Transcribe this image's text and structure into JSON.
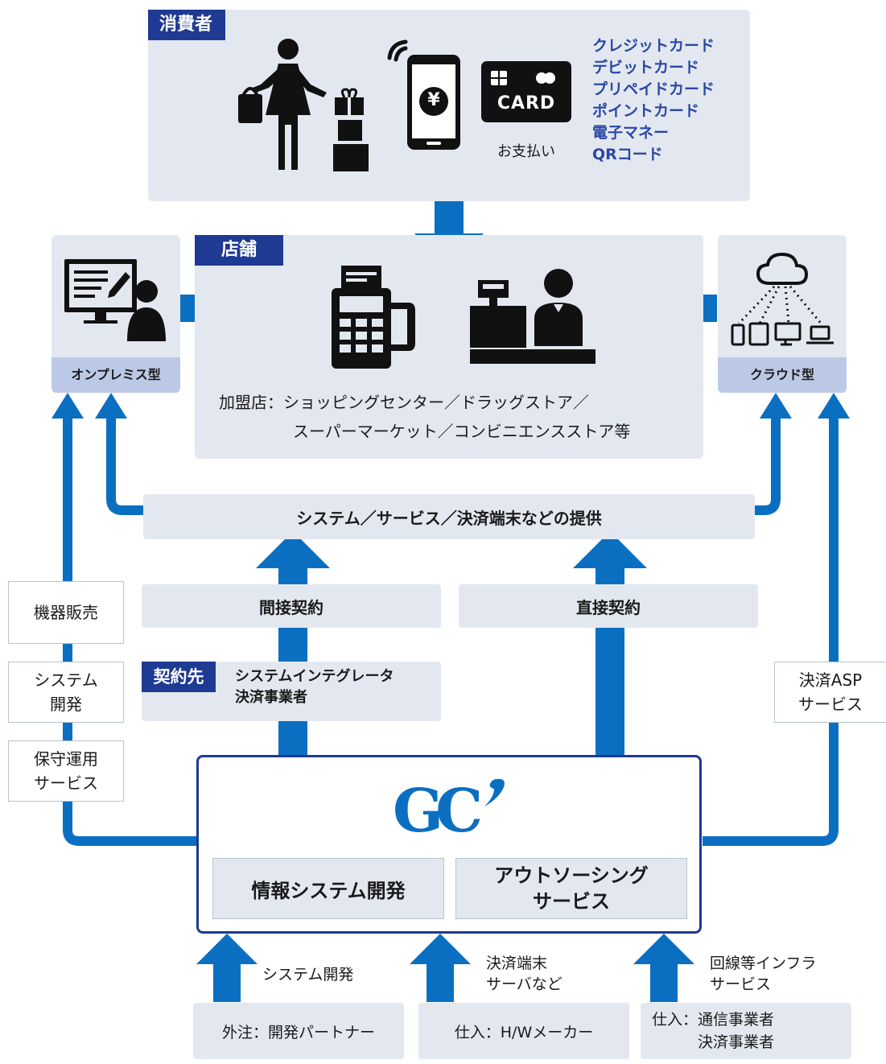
{
  "consumer": {
    "tag": "消費者",
    "payment_label": "お支払い",
    "card_text": "CARD",
    "yen_symbol": "¥",
    "methods": [
      "クレジットカード",
      "デビットカード",
      "プリペイドカード",
      "ポイントカード",
      "電子マネー",
      "QRコード"
    ]
  },
  "store": {
    "tag": "店舗",
    "desc_line1": "加盟店：ショッピングセンター／ドラッグストア／",
    "desc_line2": "スーパーマーケット／コンビニエンスストア等"
  },
  "onpremise": {
    "label": "オンプレミス型"
  },
  "cloud": {
    "label": "クラウド型"
  },
  "provision_bar": "システム／サービス／決済端末などの提供",
  "indirect_contract": "間接契約",
  "direct_contract": "直接契約",
  "contractor": {
    "tag": "契約先",
    "line1": "システムインテグレータ",
    "line2": "決済事業者"
  },
  "left_services": [
    {
      "lines": [
        "機器販売"
      ]
    },
    {
      "lines": [
        "システム",
        "開発"
      ]
    },
    {
      "lines": [
        "保守運用",
        "サービス"
      ]
    }
  ],
  "right_service": {
    "lines": [
      "決済ASP",
      "サービス"
    ]
  },
  "gc": {
    "logo_text": "GC",
    "dev_label": "情報システム開発",
    "outsourcing_line1": "アウトソーシング",
    "outsourcing_line2": "サービス"
  },
  "inputs": [
    {
      "arrow_label_lines": [
        "システム開発"
      ],
      "box_lines": [
        "外注：開発パートナー"
      ]
    },
    {
      "arrow_label_lines": [
        "決済端末",
        "サーバなど"
      ],
      "box_lines": [
        "仕入：H/Wメーカー"
      ]
    },
    {
      "arrow_label_lines": [
        "回線等インフラ",
        "サービス"
      ],
      "box_lines": [
        "仕入：通信事業者",
        "　　　決済事業者"
      ]
    }
  ],
  "colors": {
    "arrow_blue": "#0b6fc1",
    "tag_navy": "#1f3a93",
    "panel_gray": "#e3e8f0",
    "sub_label": "#bcc9e6",
    "method_text": "#2a47a6"
  }
}
